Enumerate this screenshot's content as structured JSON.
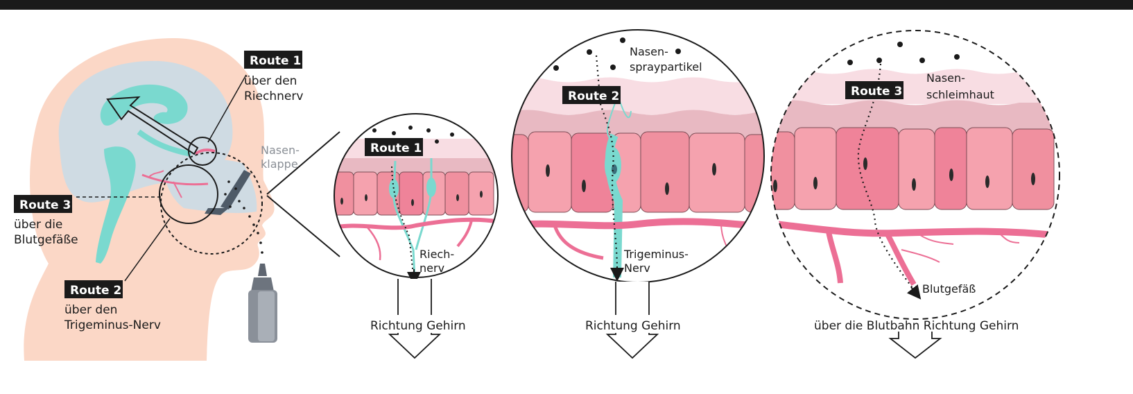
{
  "routes": {
    "route1": {
      "badge": "Route 1",
      "line1": "über den",
      "line2": "Riechnerv"
    },
    "route2": {
      "badge": "Route 2",
      "line1": "über den",
      "line2": "Trigeminus-Nerv"
    },
    "route3": {
      "badge": "Route 3",
      "line1": "über die",
      "line2": "Blutgefäße"
    }
  },
  "head": {
    "valve_line1": "Nasen-",
    "valve_line2": "klappe"
  },
  "panels": {
    "p1": {
      "badge": "Route 1",
      "nerve_line1": "Riech-",
      "nerve_line2": "nerv",
      "direction": "Richtung Gehirn"
    },
    "p2": {
      "badge": "Route 2",
      "spray_line1": "Nasen-",
      "spray_line2": "spraypartikel",
      "nerve_line1": "Trigeminus-",
      "nerve_line2": "Nerv",
      "direction": "Richtung Gehirn"
    },
    "p3": {
      "badge": "Route 3",
      "mucosa_line1": "Nasen-",
      "mucosa_line2": "schleimhaut",
      "vessel": "Blutgefäß",
      "direction": "über die Blutbahn Richtung Gehirn"
    }
  },
  "colors": {
    "skin": "#fbd7c6",
    "brain": "#cfdbe3",
    "nerve": "#7ad9cf",
    "mucosa_light": "#f8dde3",
    "mucosa_mid": "#e8b9c2",
    "cell": "#f0909f",
    "vessel": "#ec6f95",
    "slate": "#4f5b68",
    "bottle": "#8a9099",
    "badge": "#1a1a1a"
  }
}
